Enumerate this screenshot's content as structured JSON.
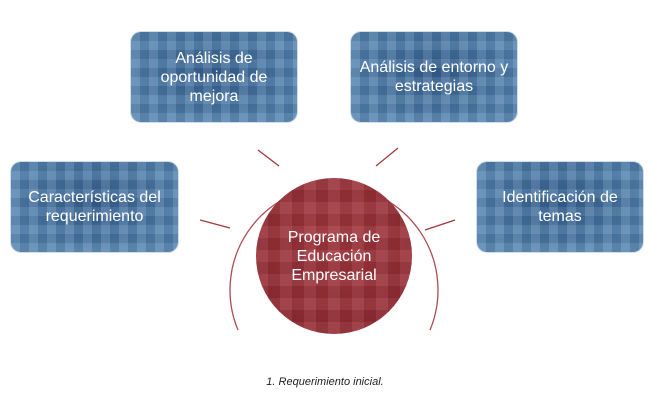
{
  "diagram": {
    "center": {
      "label": "Programa de Educación Empresarial",
      "color": "#a3383f"
    },
    "nodes": [
      {
        "id": "box-top-left",
        "label": "Análisis de oportunidad de mejora"
      },
      {
        "id": "box-top-right",
        "label": "Análisis de entorno y estrategias"
      },
      {
        "id": "box-left",
        "label": "Características del requerimiento"
      },
      {
        "id": "box-right",
        "label": "Identificación de temas"
      }
    ],
    "node_color": "#4f7fad",
    "connector_color": "#a3383f"
  },
  "caption": "1. Requerimiento inicial."
}
